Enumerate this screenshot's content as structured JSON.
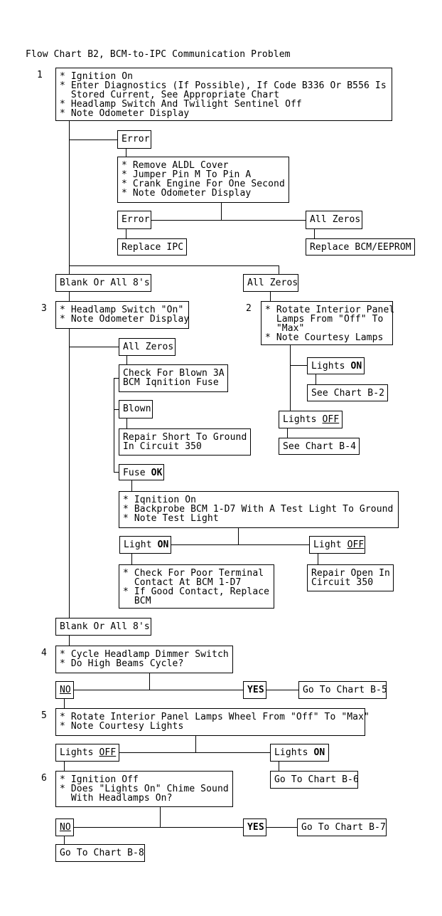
{
  "title": "Flow Chart B2, BCM-to-IPC Communication Problem",
  "colors": {
    "background": "#ffffff",
    "line": "#000000",
    "text": "#000000"
  },
  "nodes": {
    "step1": {
      "number": "1",
      "lines": [
        "* Ignition On",
        "* Enter Diagnostics (If Possible), If Code B336 Or B556 Is",
        "  Stored Current, See Appropriate Chart",
        "* Headlamp Switch And Twilight Sentinel Off",
        "* Note Odometer Display"
      ]
    },
    "error1": {
      "label": "Error"
    },
    "aldl": {
      "lines": [
        "* Remove ALDL Cover",
        "* Jumper Pin M To Pin A",
        "* Crank Engine For One Second",
        "* Note Odometer Display"
      ]
    },
    "error2": {
      "label": "Error"
    },
    "all_zeros_mid": {
      "label": "All Zeros"
    },
    "replace_ipc": {
      "label": "Replace IPC"
    },
    "replace_bcm": {
      "label": "Replace BCM/EEPROM"
    },
    "blank_or_8s_1": {
      "label": "Blank Or All 8's"
    },
    "step3": {
      "number": "3",
      "lines": [
        "* Headlamp Switch \"On\"",
        "* Note Odometer Display"
      ]
    },
    "all_zeros_right": {
      "label": "All Zeros"
    },
    "step2": {
      "number": "2",
      "lines": [
        "* Rotate Interior Panel",
        "  Lamps From \"Off\" To",
        "  \"Max\"",
        "* Note Courtesy Lamps"
      ]
    },
    "lights_on_r": {
      "prefix": "Lights ",
      "em": "ON"
    },
    "see_chart_b2": {
      "label": "See Chart B-2"
    },
    "lights_off_r": {
      "prefix": "Lights ",
      "em": "OFF"
    },
    "see_chart_b4": {
      "label": "See Chart B-4"
    },
    "all_zeros_left": {
      "label": "All Zeros"
    },
    "check_fuse": {
      "lines": [
        "Check For Blown 3A",
        "BCM Iqnition Fuse"
      ]
    },
    "blown": {
      "label": "Blown"
    },
    "repair_short": {
      "lines": [
        "Repair Short To Ground",
        "In Circuit 350"
      ]
    },
    "fuse_ok": {
      "prefix": "Fuse ",
      "em": "OK"
    },
    "backprobe": {
      "lines": [
        "* Iqnition On",
        "* Backprobe BCM 1-D7 With A Test Light To Ground",
        "* Note Test Light"
      ]
    },
    "light_on": {
      "prefix": "Light ",
      "em": "ON"
    },
    "light_off": {
      "prefix": "Light ",
      "em": "OFF"
    },
    "check_poor": {
      "lines": [
        "* Check For Poor Terminal",
        "  Contact At BCM 1-D7",
        "* If Good Contact, Replace",
        "  BCM"
      ]
    },
    "repair_open": {
      "lines": [
        "Repair Open In",
        "Circuit 350"
      ]
    },
    "blank_or_8s_2": {
      "label": "Blank Or All 8's"
    },
    "step4": {
      "number": "4",
      "lines": [
        "* Cycle Headlamp Dimmer Switch",
        "* Do High Beams Cycle?"
      ]
    },
    "no1": {
      "label": "NO"
    },
    "yes1": {
      "label": "YES"
    },
    "goto_b5": {
      "label": "Go To Chart B-5"
    },
    "step5": {
      "number": "5",
      "lines": [
        "* Rotate Interior Panel Lamps Wheel From \"Off\" To \"Max\"",
        "* Note Courtesy Lights"
      ]
    },
    "lights_off_2": {
      "prefix": "Lights ",
      "em": "OFF"
    },
    "lights_on_2": {
      "prefix": "Lights ",
      "em": "ON"
    },
    "goto_b6": {
      "label": "Go To Chart B-6"
    },
    "step6": {
      "number": "6",
      "lines": [
        "* Ignition Off",
        "* Does \"Lights On\" Chime Sound",
        "  With Headlamps On?"
      ]
    },
    "no2": {
      "label": "NO"
    },
    "yes2": {
      "label": "YES"
    },
    "goto_b7": {
      "label": "Go To Chart B-7"
    },
    "goto_b8": {
      "label": "Go To Chart B-8"
    }
  }
}
